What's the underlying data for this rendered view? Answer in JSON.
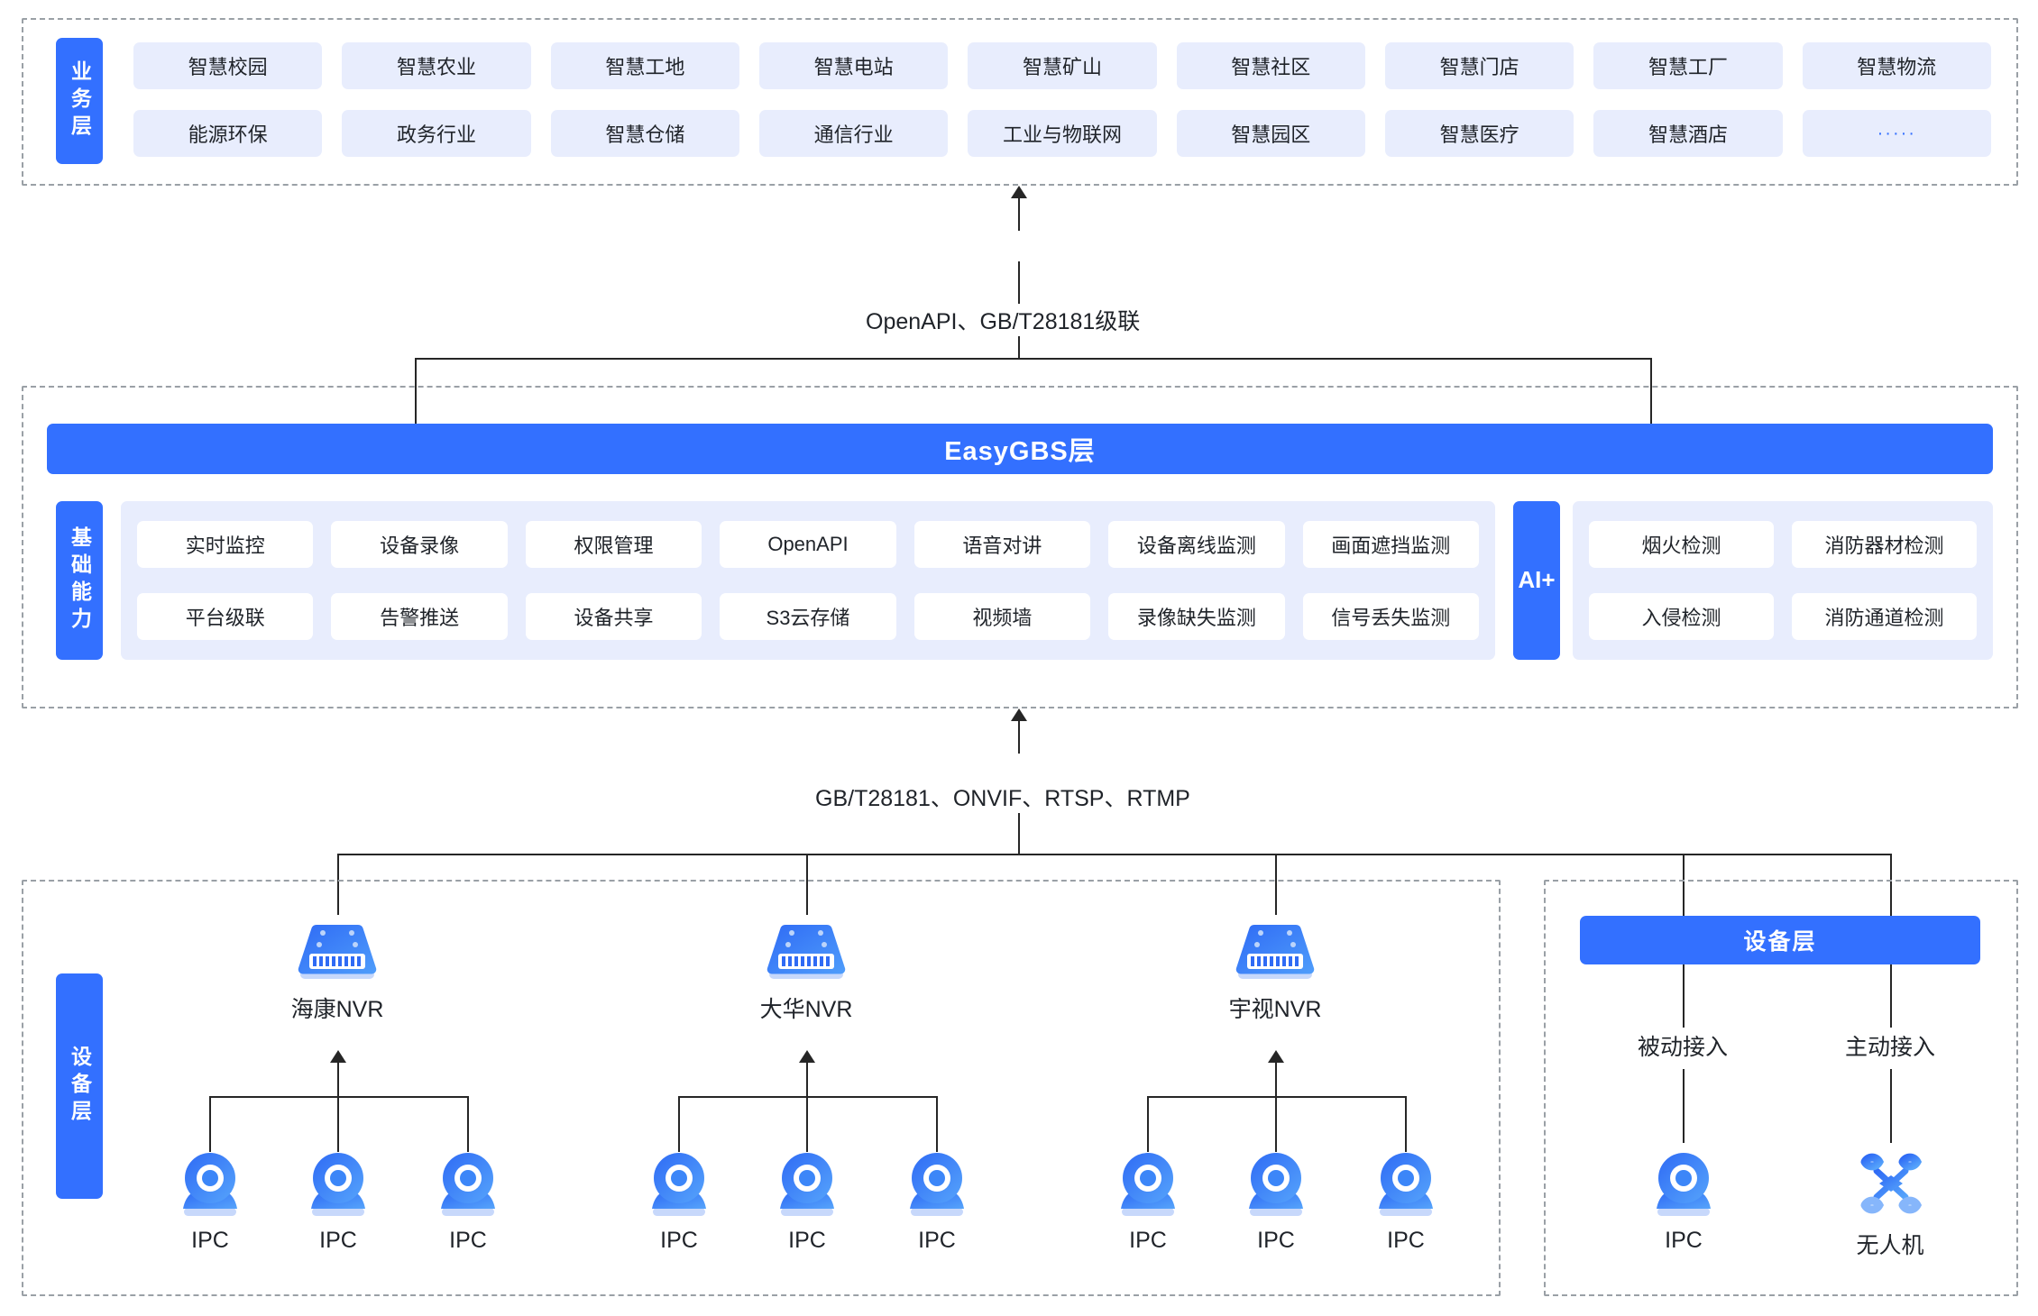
{
  "business_layer": {
    "side_label": "业务层",
    "row1": [
      "智慧校园",
      "智慧农业",
      "智慧工地",
      "智慧电站",
      "智慧矿山",
      "智慧社区",
      "智慧门店",
      "智慧工厂",
      "智慧物流"
    ],
    "row2": [
      "能源环保",
      "政务行业",
      "智慧仓储",
      "通信行业",
      "工业与物联网",
      "智慧园区",
      "智慧医疗",
      "智慧酒店",
      "·····"
    ]
  },
  "connector_top": "OpenAPI、GB/T28181级联",
  "connector_bottom": "GB/T28181、ONVIF、RTSP、RTMP",
  "gbs_layer": {
    "title": "EasyGBS层",
    "capability_label": "基础能力",
    "capability_row1": [
      "实时监控",
      "设备录像",
      "权限管理",
      "OpenAPI",
      "语音对讲",
      "设备离线监测",
      "画面遮挡监测"
    ],
    "capability_row2": [
      "平台级联",
      "告警推送",
      "设备共享",
      "S3云存储",
      "视频墙",
      "录像缺失监测",
      "信号丢失监测"
    ],
    "ai_label": "AI+",
    "ai_row1": [
      "烟火检测",
      "消防器材检测"
    ],
    "ai_row2": [
      "入侵检测",
      "消防通道检测"
    ]
  },
  "device_layer_left": {
    "side_label": "设备层",
    "groups": [
      {
        "nvr": "海康NVR",
        "cameras": [
          "IPC",
          "IPC",
          "IPC"
        ]
      },
      {
        "nvr": "大华NVR",
        "cameras": [
          "IPC",
          "IPC",
          "IPC"
        ]
      },
      {
        "nvr": "宇视NVR",
        "cameras": [
          "IPC",
          "IPC",
          "IPC"
        ]
      }
    ]
  },
  "device_layer_right": {
    "title": "设备层",
    "branches": [
      {
        "mode": "被动接入",
        "device": "IPC",
        "icon": "camera-icon"
      },
      {
        "mode": "主动接入",
        "device": "无人机",
        "icon": "drone-icon"
      }
    ]
  },
  "colors": {
    "accent": "#3370ff",
    "chip_bg": "#e8edfd",
    "chip_white": "#ffffff",
    "line": "#262626",
    "dashed_border": "#9aa0a6"
  }
}
